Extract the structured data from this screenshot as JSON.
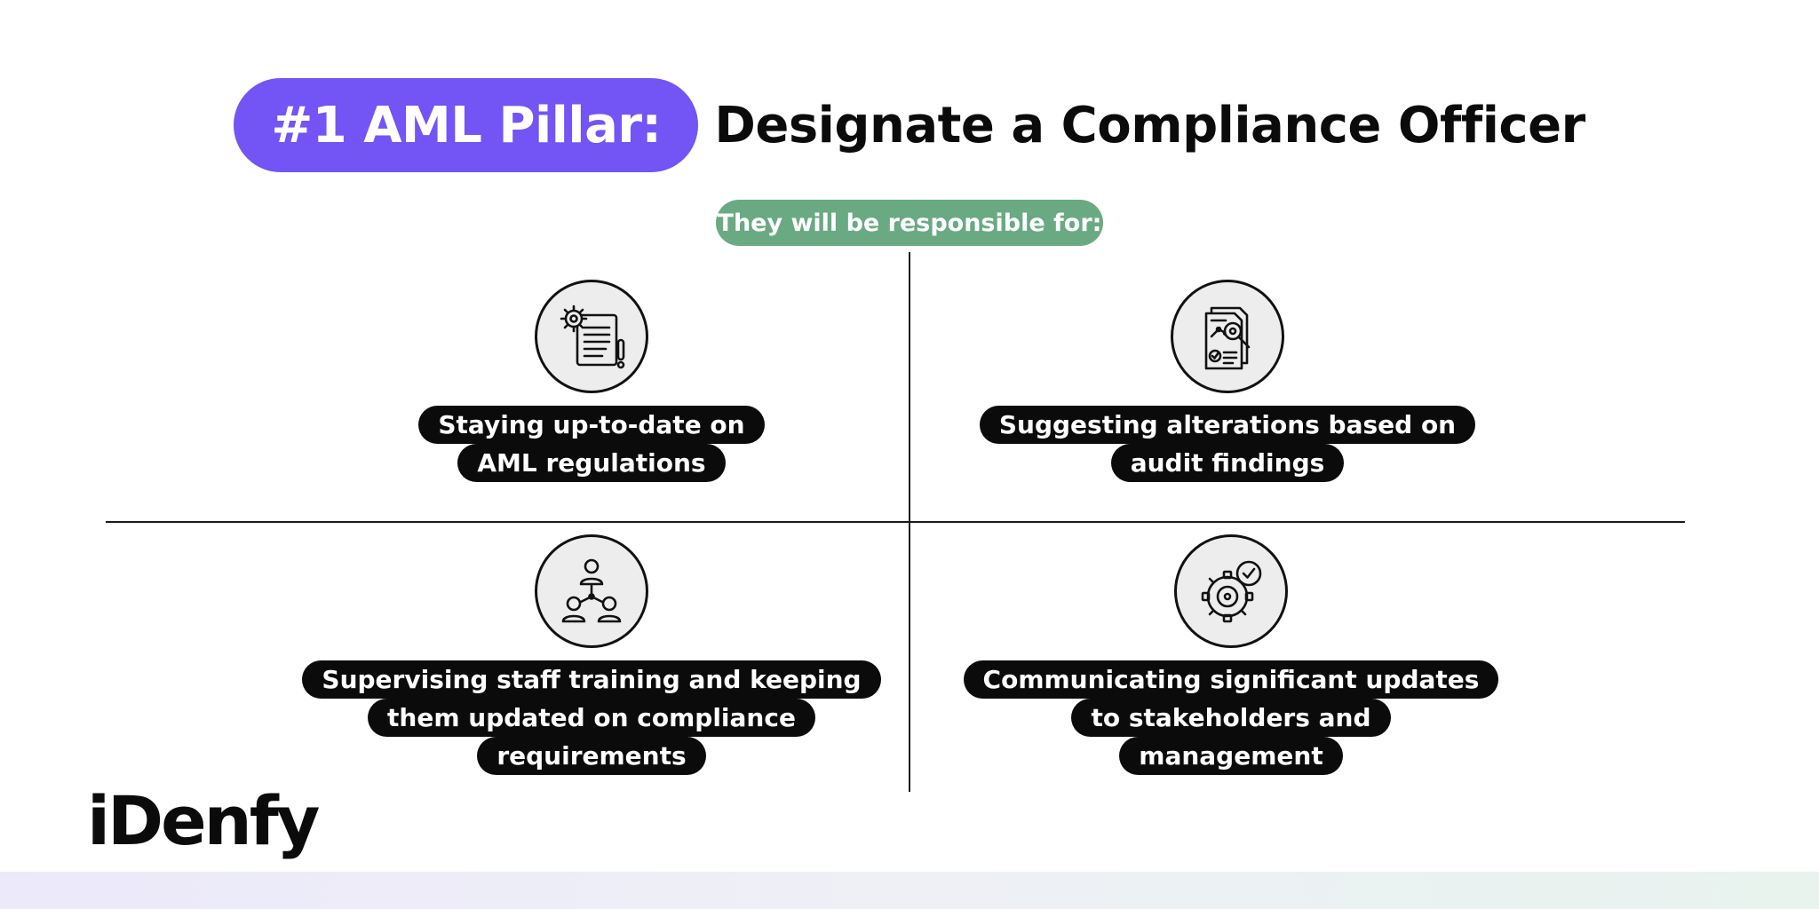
{
  "header": {
    "pill_text": "#1 AML Pillar:",
    "title": "Designate a Compliance Officer",
    "pill_color": "#7354f5"
  },
  "subheading": {
    "text": "They will be responsible for:",
    "color": "#6aaa82"
  },
  "quadrants": [
    {
      "icon": "document-gear-icon",
      "lines": [
        "Staying up-to-date on",
        "AML regulations"
      ]
    },
    {
      "icon": "report-analysis-icon",
      "lines": [
        "Suggesting alterations based on",
        "audit findings"
      ]
    },
    {
      "icon": "team-network-icon",
      "lines": [
        "Supervising staff training and keeping",
        "them updated on compliance",
        "requirements"
      ]
    },
    {
      "icon": "gear-check-icon",
      "lines": [
        "Communicating significant updates",
        "to stakeholders and",
        "management"
      ]
    }
  ],
  "logo": {
    "text": "iDenfy"
  }
}
